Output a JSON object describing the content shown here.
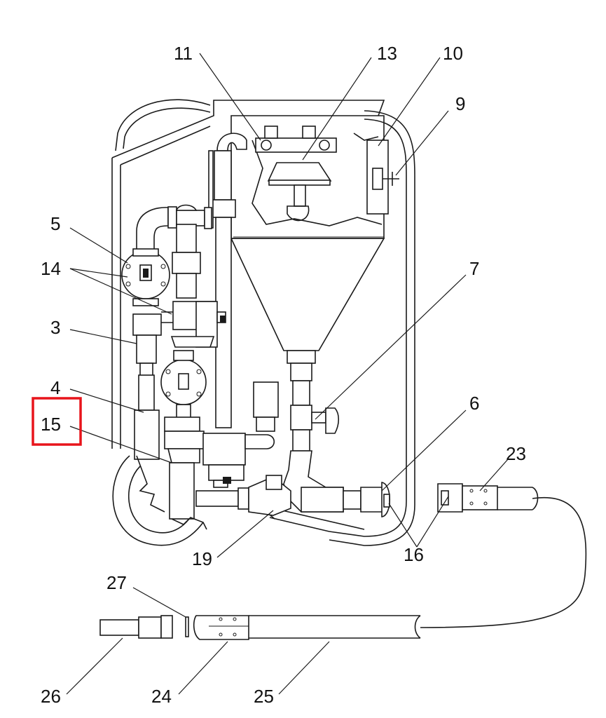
{
  "callouts": {
    "c11": "11",
    "c13": "13",
    "c10": "10",
    "c9": "9",
    "c5": "5",
    "c14": "14",
    "c3": "3",
    "c4": "4",
    "c15": "15",
    "c7": "7",
    "c6": "6",
    "c23": "23",
    "c16": "16",
    "c19": "19",
    "c27": "27",
    "c26": "26",
    "c24": "24",
    "c25": "25"
  },
  "highlight": {
    "target": "15",
    "color": "#e8141b"
  },
  "colors": {
    "ink": "#1a1a1a",
    "paper": "#ffffff"
  }
}
